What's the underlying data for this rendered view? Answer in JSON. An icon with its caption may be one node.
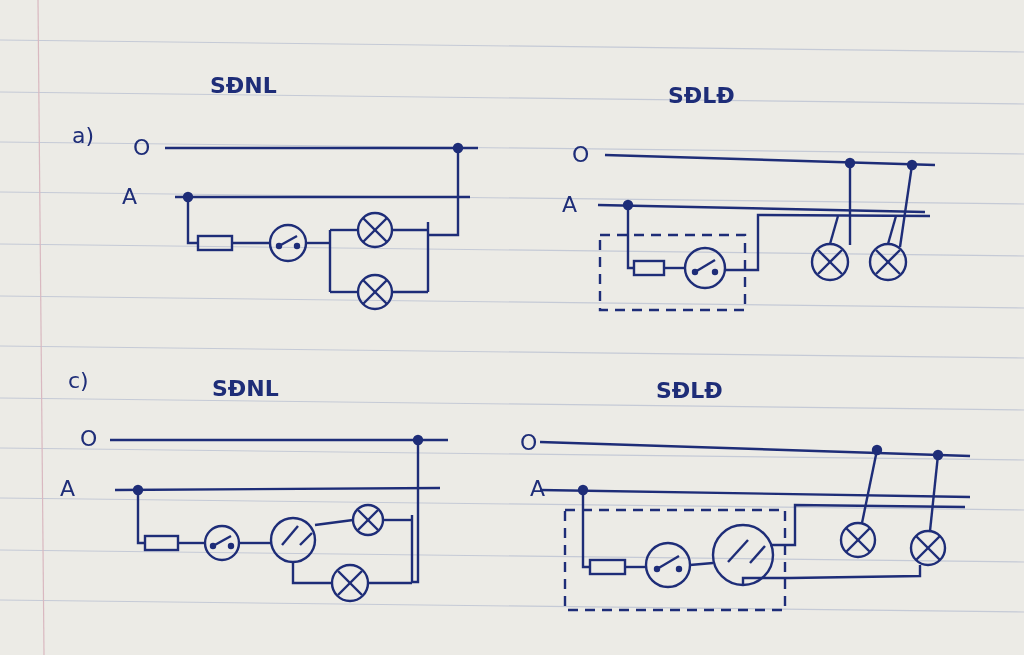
{
  "diagram": {
    "labels": [
      "SĐNL",
      "SĐLĐ",
      "a)",
      "O",
      "O",
      "A",
      "A",
      "c)",
      "SĐNL",
      "SĐLĐ",
      "O",
      "O",
      "A",
      "A"
    ]
  }
}
